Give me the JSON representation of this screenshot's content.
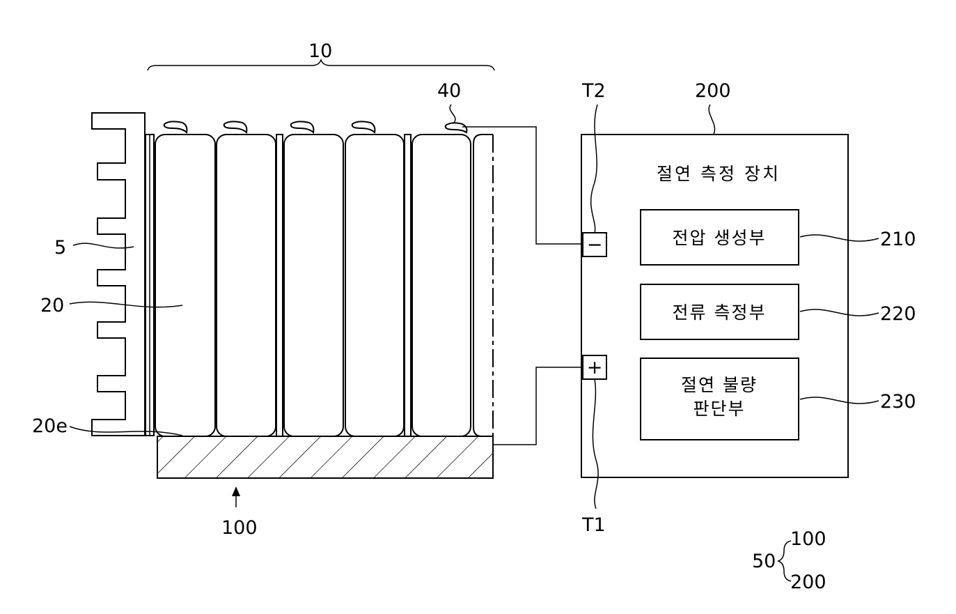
{
  "labels": {
    "module": "10",
    "heatsink": "5",
    "cell": "20",
    "cell_edge": "20e",
    "tab": "40",
    "plate": "100",
    "t2": "T2",
    "t1": "T1",
    "device_ref": "200",
    "ref_210": "210",
    "ref_220": "220",
    "ref_230": "230"
  },
  "device": {
    "title": "절연 측정 장치",
    "voltage_unit": "전압 생성부",
    "current_unit": "전류 측정부",
    "defect_unit_line1": "절연 불량",
    "defect_unit_line2": "판단부"
  },
  "terminals": {
    "negative": "−",
    "positive": "+"
  },
  "legend": {
    "system": "50",
    "item1": "100",
    "item2": "200"
  }
}
